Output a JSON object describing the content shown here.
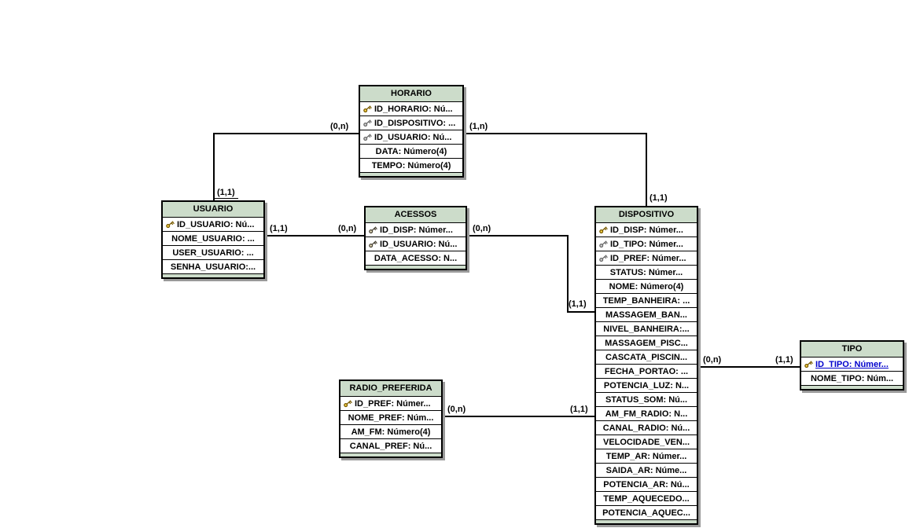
{
  "diagram": {
    "background": "#ffffff",
    "colors": {
      "entity_header_bg": "#ccdcca",
      "entity_border": "#000000",
      "row_bg": "#ffffff",
      "shadow": "#9a9a9a",
      "text": "#000000",
      "selected_attribute_text": "#0000cc",
      "primary_key_icon_fill": "#ffd94d",
      "foreign_key_icon_fill": "#d6d6d6",
      "primary_foreign_key_icon_fill": "#f5ecc8"
    }
  },
  "entities": {
    "horario": {
      "title": "HORARIO",
      "rows": [
        {
          "text": "ID_HORARIO: Nú...",
          "key": "primary"
        },
        {
          "text": "ID_DISPOSITIVO: ...",
          "key": "foreign"
        },
        {
          "text": "ID_USUARIO: Nú...",
          "key": "foreign"
        },
        {
          "text": "DATA: Número(4)",
          "key": "none"
        },
        {
          "text": "TEMPO: Número(4)",
          "key": "none"
        }
      ]
    },
    "usuario": {
      "title": "USUARIO",
      "rows": [
        {
          "text": "ID_USUARIO: Nú...",
          "key": "primary"
        },
        {
          "text": "NOME_USUARIO: ...",
          "key": "none"
        },
        {
          "text": "USER_USUARIO: ...",
          "key": "none"
        },
        {
          "text": "SENHA_USUARIO:...",
          "key": "none"
        }
      ]
    },
    "acessos": {
      "title": "ACESSOS",
      "rows": [
        {
          "text": "ID_DISP: Númer...",
          "key": "primary-foreign"
        },
        {
          "text": "ID_USUARIO: Nú...",
          "key": "primary-foreign"
        },
        {
          "text": "DATA_ACESSO: N...",
          "key": "none"
        }
      ]
    },
    "dispositivo": {
      "title": "DISPOSITIVO",
      "rows": [
        {
          "text": "ID_DISP: Númer...",
          "key": "primary"
        },
        {
          "text": "ID_TIPO: Númer...",
          "key": "foreign"
        },
        {
          "text": "ID_PREF: Númer...",
          "key": "foreign"
        },
        {
          "text": "STATUS: Númer...",
          "key": "none"
        },
        {
          "text": "NOME: Número(4)",
          "key": "none"
        },
        {
          "text": "TEMP_BANHEIRA: ...",
          "key": "none"
        },
        {
          "text": "MASSAGEM_BAN...",
          "key": "none"
        },
        {
          "text": "NIVEL_BANHEIRA:...",
          "key": "none"
        },
        {
          "text": "MASSAGEM_PISC...",
          "key": "none"
        },
        {
          "text": "CASCATA_PISCIN...",
          "key": "none"
        },
        {
          "text": "FECHA_PORTAO: ...",
          "key": "none"
        },
        {
          "text": "POTENCIA_LUZ: N...",
          "key": "none"
        },
        {
          "text": "STATUS_SOM: Nú...",
          "key": "none"
        },
        {
          "text": "AM_FM_RADIO: N...",
          "key": "none"
        },
        {
          "text": "CANAL_RADIO: Nú...",
          "key": "none"
        },
        {
          "text": "VELOCIDADE_VEN...",
          "key": "none"
        },
        {
          "text": "TEMP_AR: Númer...",
          "key": "none"
        },
        {
          "text": "SAIDA_AR: Núme...",
          "key": "none"
        },
        {
          "text": "POTENCIA_AR: Nú...",
          "key": "none"
        },
        {
          "text": "TEMP_AQUECEDO...",
          "key": "none"
        },
        {
          "text": "POTENCIA_AQUEC...",
          "key": "none"
        }
      ]
    },
    "tipo": {
      "title": "TIPO",
      "rows": [
        {
          "text": "ID_TIPO: Númer...",
          "key": "primary",
          "highlighted": true
        },
        {
          "text": "NOME_TIPO: Núm...",
          "key": "none"
        }
      ]
    },
    "radio_preferida": {
      "title": "RADIO_PREFERIDA",
      "rows": [
        {
          "text": "ID_PREF: Númer...",
          "key": "primary"
        },
        {
          "text": "NOME_PREF: Núm...",
          "key": "none"
        },
        {
          "text": "AM_FM: Número(4)",
          "key": "none"
        },
        {
          "text": "CANAL_PREF: Nú...",
          "key": "none"
        }
      ]
    }
  },
  "relationships": [
    {
      "from": "USUARIO",
      "to": "HORARIO",
      "card_from": "(1,1)",
      "card_to": "(0,n)"
    },
    {
      "from": "DISPOSITIVO",
      "to": "HORARIO",
      "card_from": "(1,1)",
      "card_to": "(1,n)"
    },
    {
      "from": "USUARIO",
      "to": "ACESSOS",
      "card_from": "(1,1)",
      "card_to": "(0,n)"
    },
    {
      "from": "DISPOSITIVO",
      "to": "ACESSOS",
      "card_from": "(1,1)",
      "card_to": "(0,n)"
    },
    {
      "from": "TIPO",
      "to": "DISPOSITIVO",
      "card_from": "(1,1)",
      "card_to": "(0,n)"
    },
    {
      "from": "DISPOSITIVO",
      "to": "RADIO_PREFERIDA",
      "card_from": "(1,1)",
      "card_to": "(0,n)"
    }
  ]
}
